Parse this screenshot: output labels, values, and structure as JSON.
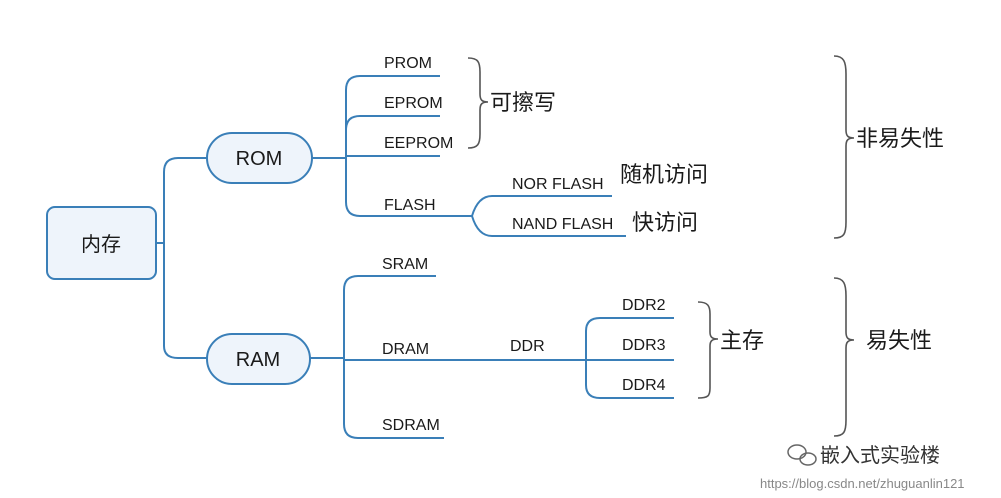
{
  "colors": {
    "line": "#3a7fb8",
    "box_fill": "#eef4fb",
    "box_stroke": "#3a7fb8",
    "brace": "#555555"
  },
  "root": {
    "label": "内存"
  },
  "rom": {
    "label": "ROM",
    "children": [
      "PROM",
      "EPROM",
      "EEPROM",
      "FLASH"
    ],
    "flash_children": [
      "NOR FLASH",
      "NAND FLASH"
    ],
    "notes": {
      "rewritable": "可擦写",
      "nor": "随机访问",
      "nand": "快访问"
    }
  },
  "ram": {
    "label": "RAM",
    "children": [
      "SRAM",
      "DRAM",
      "SDRAM"
    ],
    "ddr": "DDR",
    "ddr_children": [
      "DDR2",
      "DDR3",
      "DDR4"
    ],
    "notes": {
      "main": "主存"
    }
  },
  "groups": {
    "nonvolatile": "非易失性",
    "volatile": "易失性"
  },
  "watermark": {
    "brand": "嵌入式实验楼",
    "url": "https://blog.csdn.net/zhuguanlin121"
  }
}
